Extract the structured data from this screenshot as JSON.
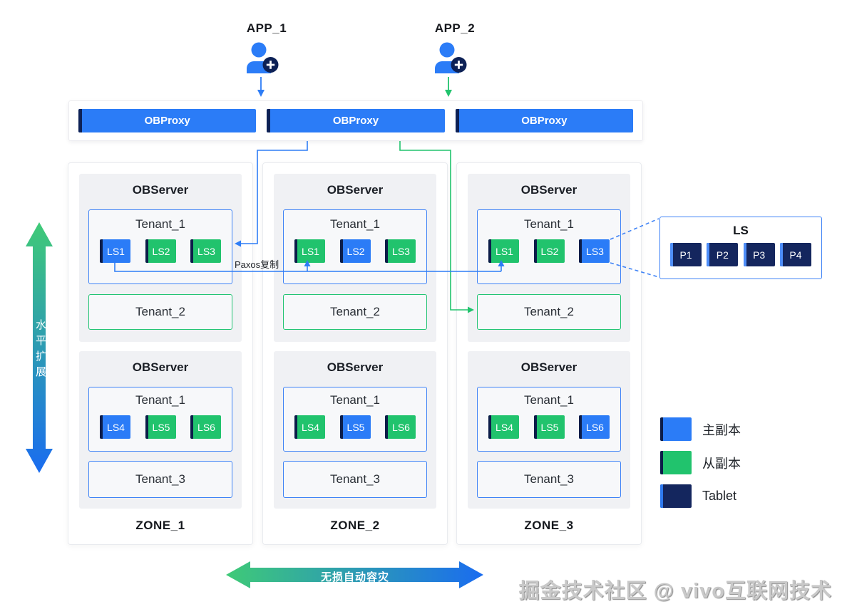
{
  "apps": [
    {
      "label": "APP_1"
    },
    {
      "label": "APP_2"
    }
  ],
  "obproxy": {
    "bars": [
      {
        "label": "OBProxy"
      },
      {
        "label": "OBProxy"
      },
      {
        "label": "OBProxy"
      }
    ]
  },
  "zones": [
    {
      "name": "ZONE_1",
      "servers": [
        {
          "title": "OBServer",
          "tenant1": {
            "name": "Tenant_1",
            "ls": [
              {
                "label": "LS1",
                "role": "leader"
              },
              {
                "label": "LS2",
                "role": "follower"
              },
              {
                "label": "LS3",
                "role": "follower"
              }
            ]
          },
          "tenant2": {
            "name": "Tenant_2",
            "style": "green"
          }
        },
        {
          "title": "OBServer",
          "tenant1": {
            "name": "Tenant_1",
            "ls": [
              {
                "label": "LS4",
                "role": "leader"
              },
              {
                "label": "LS5",
                "role": "follower"
              },
              {
                "label": "LS6",
                "role": "follower"
              }
            ]
          },
          "tenant2": {
            "name": "Tenant_3",
            "style": "blue"
          }
        }
      ]
    },
    {
      "name": "ZONE_2",
      "servers": [
        {
          "title": "OBServer",
          "tenant1": {
            "name": "Tenant_1",
            "ls": [
              {
                "label": "LS1",
                "role": "follower"
              },
              {
                "label": "LS2",
                "role": "leader"
              },
              {
                "label": "LS3",
                "role": "follower"
              }
            ]
          },
          "tenant2": {
            "name": "Tenant_2",
            "style": "green"
          }
        },
        {
          "title": "OBServer",
          "tenant1": {
            "name": "Tenant_1",
            "ls": [
              {
                "label": "LS4",
                "role": "follower"
              },
              {
                "label": "LS5",
                "role": "leader"
              },
              {
                "label": "LS6",
                "role": "follower"
              }
            ]
          },
          "tenant2": {
            "name": "Tenant_3",
            "style": "blue"
          }
        }
      ]
    },
    {
      "name": "ZONE_3",
      "servers": [
        {
          "title": "OBServer",
          "tenant1": {
            "name": "Tenant_1",
            "ls": [
              {
                "label": "LS1",
                "role": "follower"
              },
              {
                "label": "LS2",
                "role": "follower"
              },
              {
                "label": "LS3",
                "role": "leader"
              }
            ]
          },
          "tenant2": {
            "name": "Tenant_2",
            "style": "green"
          }
        },
        {
          "title": "OBServer",
          "tenant1": {
            "name": "Tenant_1",
            "ls": [
              {
                "label": "LS4",
                "role": "follower"
              },
              {
                "label": "LS5",
                "role": "follower"
              },
              {
                "label": "LS6",
                "role": "leader"
              }
            ]
          },
          "tenant2": {
            "name": "Tenant_3",
            "style": "blue"
          }
        }
      ]
    }
  ],
  "ls_detail": {
    "title": "LS",
    "tablets": [
      {
        "label": "P1"
      },
      {
        "label": "P2"
      },
      {
        "label": "P3"
      },
      {
        "label": "P4"
      }
    ]
  },
  "legend": {
    "items": [
      {
        "label": "主副本",
        "type": "leader"
      },
      {
        "label": "从副本",
        "type": "follower"
      },
      {
        "label": "Tablet",
        "type": "tablet"
      }
    ]
  },
  "annotations": {
    "paxos": "Paxos复制",
    "vertical_arrow": "水平扩展",
    "horizontal_arrow": "无损自动容灾",
    "watermark": "掘金技术社区 @ vivo互联网技术"
  },
  "colors": {
    "leader_blue": "#2b7cf7",
    "follower_green": "#21c36d",
    "tablet_navy": "#14265e"
  }
}
